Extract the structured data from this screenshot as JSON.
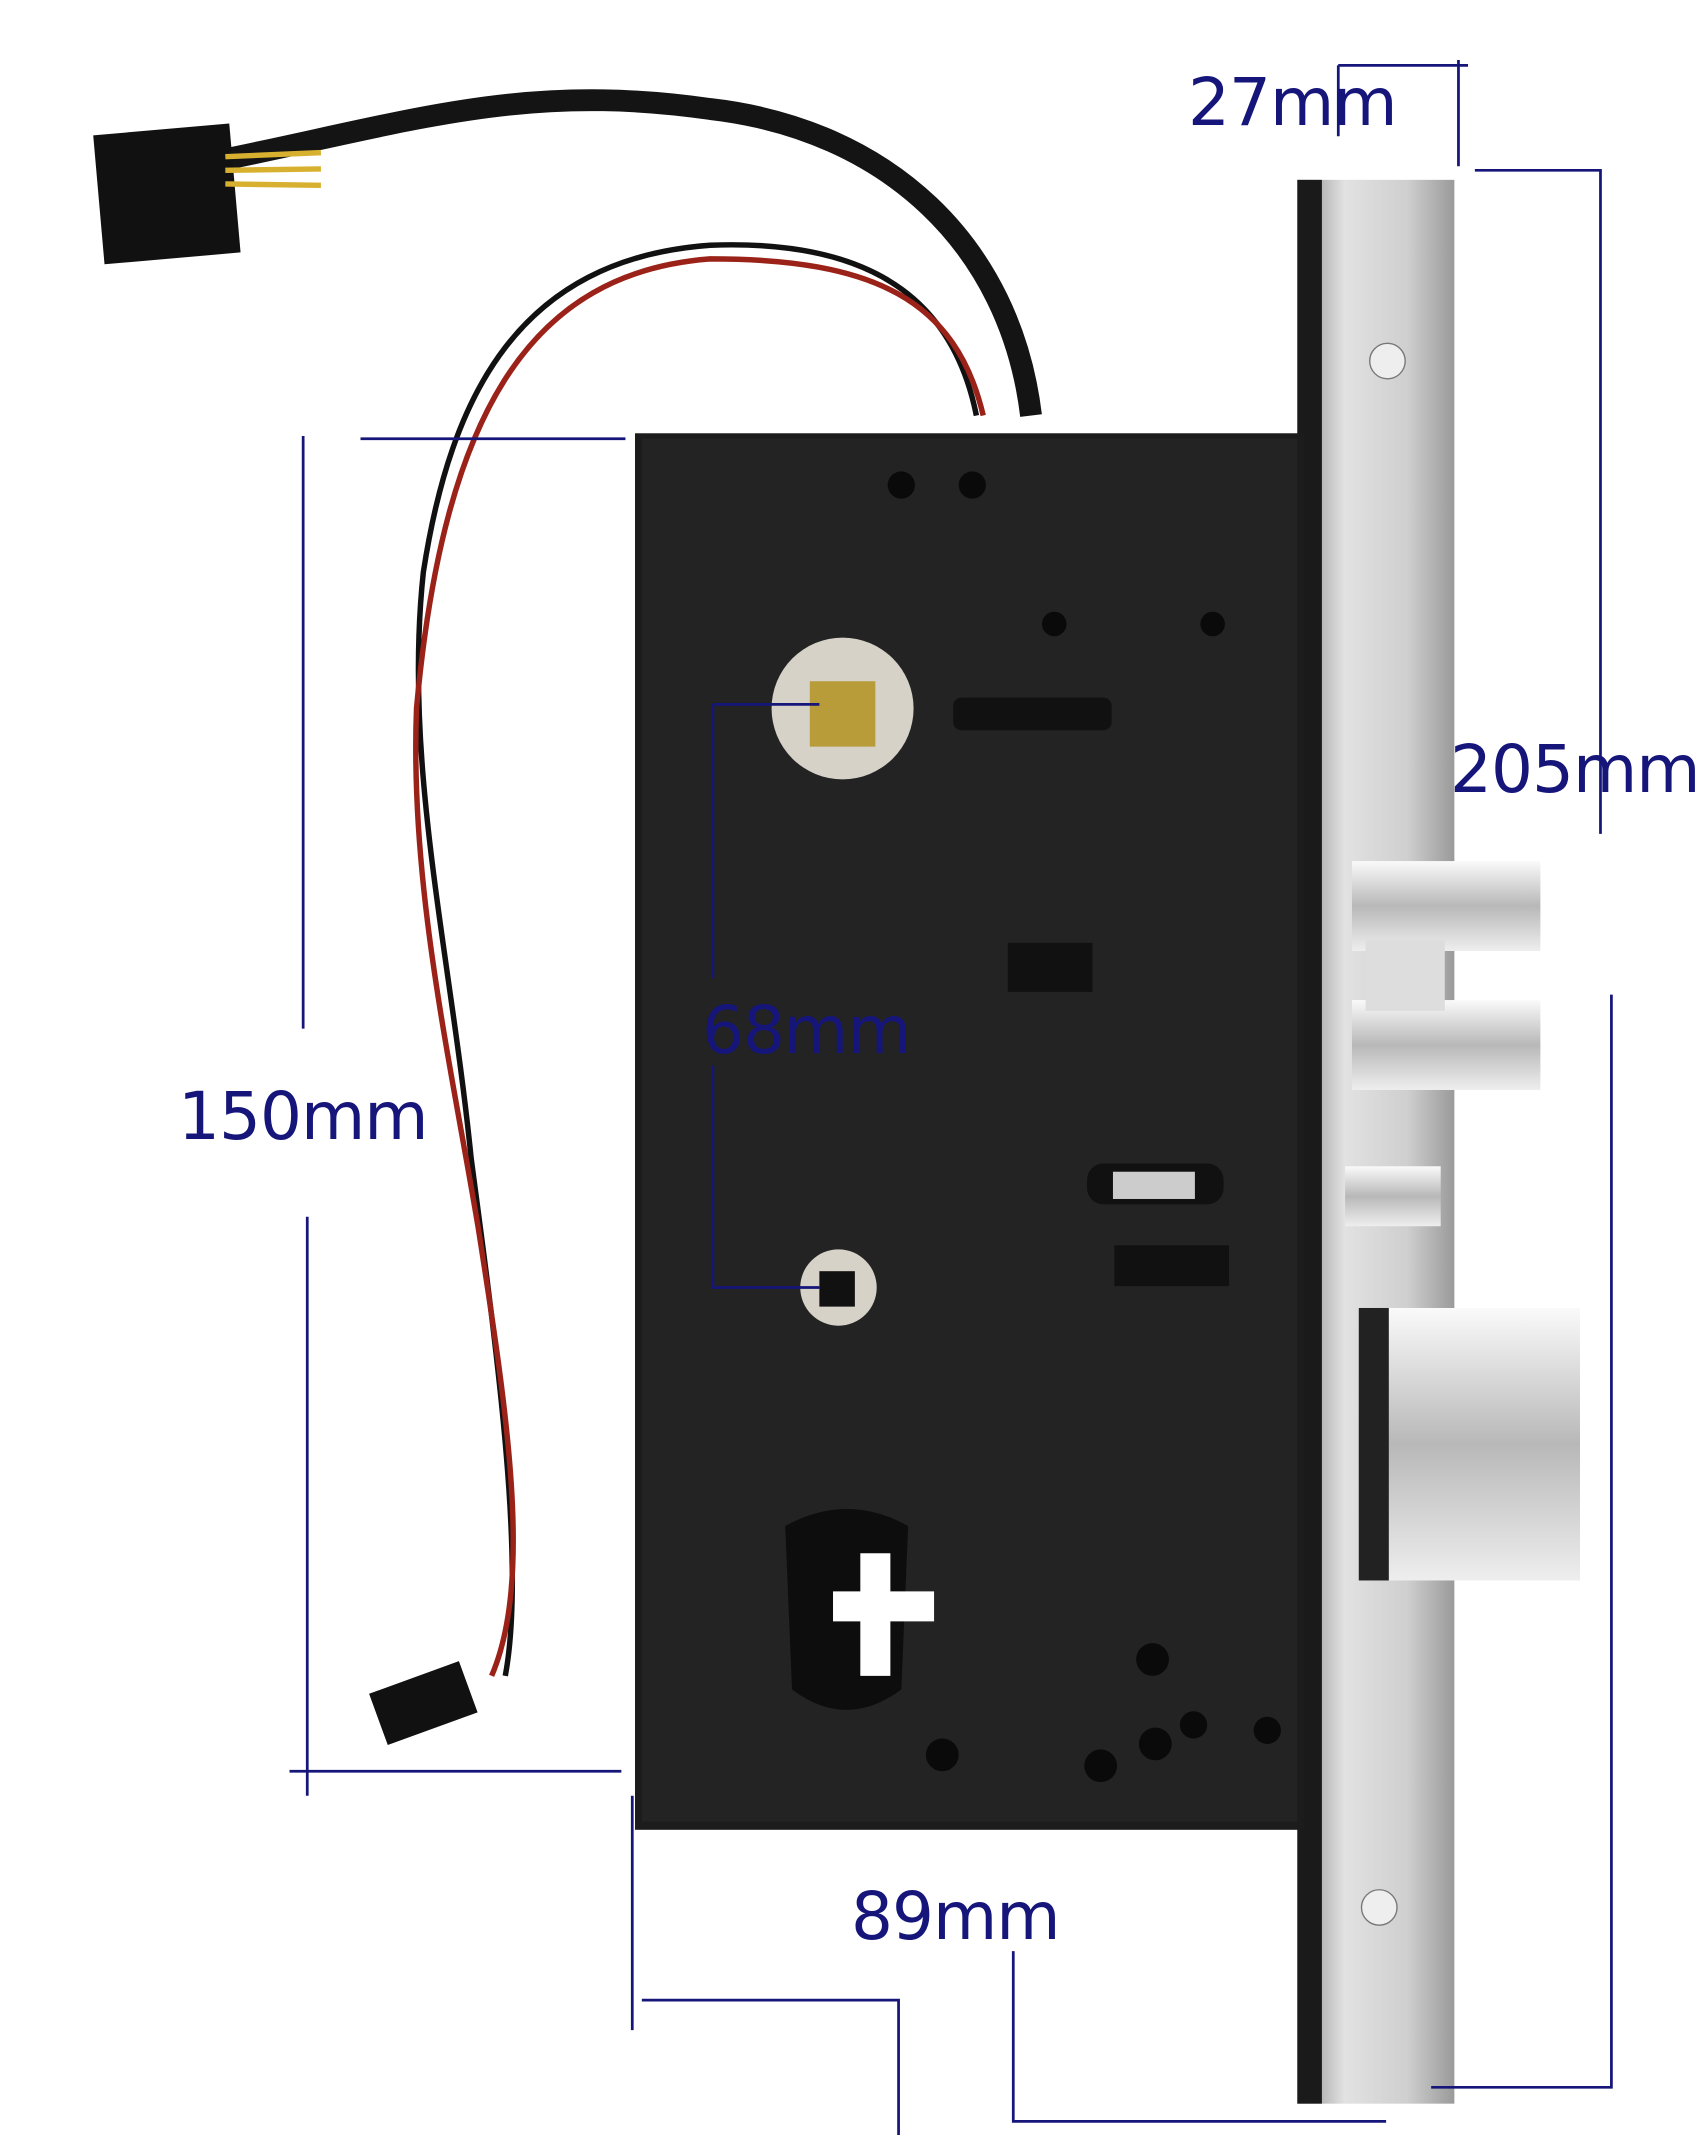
{
  "dimensions": {
    "faceplate_width": "27mm",
    "faceplate_height": "205mm",
    "body_height": "150mm",
    "spindle_to_cylinder": "68mm",
    "backset": "89mm"
  },
  "colors": {
    "dimension_ink": "#15157a",
    "lock_body": "#1c1c1c",
    "faceplate": "#c9c9c9"
  }
}
